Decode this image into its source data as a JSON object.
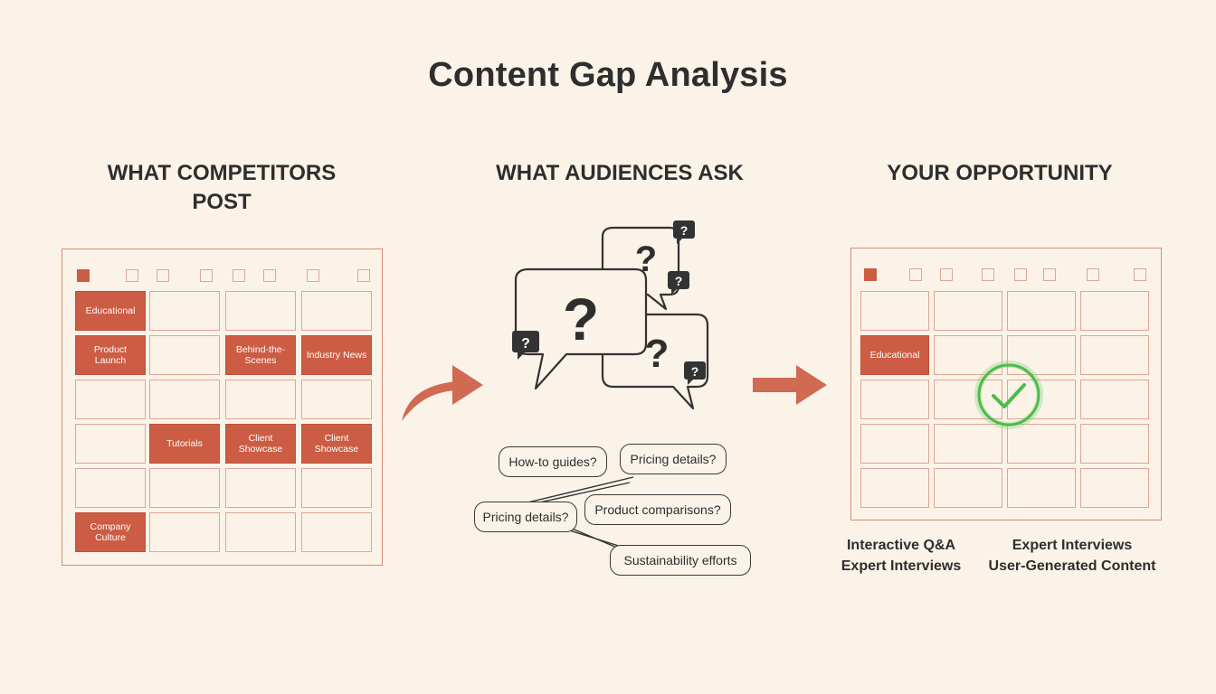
{
  "title": "Content Gap Analysis",
  "columns": {
    "competitors": {
      "heading": "WHAT COMPETITORS\nPOST"
    },
    "audiences": {
      "heading": "WHAT AUDIENCES ASK"
    },
    "opportunity": {
      "heading": "YOUR OPPORTUNITY"
    }
  },
  "competitor_calendar": {
    "cells": [
      [
        "Educational",
        "",
        "",
        ""
      ],
      [
        "Product Launch",
        "",
        "Behind-the-Scenes",
        "Industry News"
      ],
      [
        "",
        "",
        "",
        ""
      ],
      [
        "",
        "Tutorials",
        "Client Showcase",
        "Client Showcase"
      ],
      [
        "",
        "",
        "",
        ""
      ],
      [
        "Company Culture",
        "",
        "",
        ""
      ]
    ]
  },
  "audience_questions": [
    "How-to guides?",
    "Pricing details?",
    "Pricing details?",
    "Product comparisons?",
    "Sustainability efforts"
  ],
  "opportunity_calendar": {
    "cells": [
      [
        "",
        "",
        "",
        ""
      ],
      [
        "Educational",
        "",
        "",
        ""
      ],
      [
        "",
        "",
        "",
        ""
      ],
      [
        "",
        "",
        "",
        ""
      ],
      [
        "",
        "",
        "",
        ""
      ]
    ],
    "check_icon": "check-circle-icon"
  },
  "opportunity_labels": {
    "left": [
      "Interactive Q&A",
      "Expert Interviews"
    ],
    "right": [
      "Expert Interviews",
      "User-Generated Content"
    ]
  },
  "colors": {
    "accent": "#cc5c43",
    "grid_line": "#dfa595",
    "check_green": "#4cbc4c",
    "background": "#fbf3e8"
  }
}
